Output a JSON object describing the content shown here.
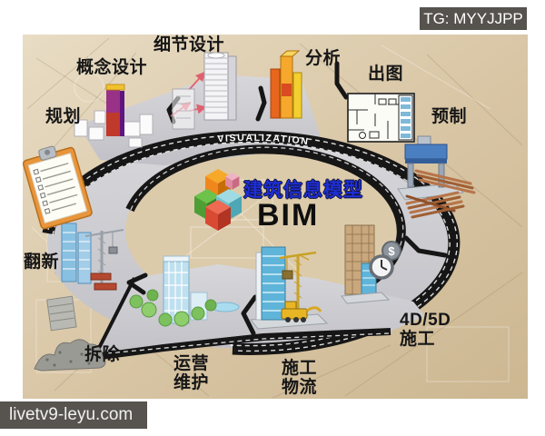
{
  "badge": {
    "label": "TG: MYYJJPP",
    "bg_color": "#56524d"
  },
  "watermark": {
    "label": "livetv9-leyu.com",
    "bg_color": "#57534e"
  },
  "center": {
    "title_zh": "建筑信息模型",
    "acronym": "BIM",
    "title_color": "#1d2ed8"
  },
  "ring": {
    "band_label": "VISUALIZATION",
    "road_color": "#c9c9cd",
    "tread_color": "#161616",
    "canvas_color": "#d8c5a4"
  },
  "stages": [
    {
      "id": "planning",
      "label": "规划"
    },
    {
      "id": "concept-design",
      "label": "概念设计"
    },
    {
      "id": "detail-design",
      "label": "细节设计"
    },
    {
      "id": "analysis",
      "label": "分析"
    },
    {
      "id": "drawing-output",
      "label": "出图"
    },
    {
      "id": "prefabrication",
      "label": "预制"
    },
    {
      "id": "construction-4d5d",
      "label": "4D/5D\n施工"
    },
    {
      "id": "construction-logistics",
      "label": "施工\n物流"
    },
    {
      "id": "operations-maintenance",
      "label": "运营\n维护"
    },
    {
      "id": "demolition",
      "label": "拆除"
    },
    {
      "id": "renovation",
      "label": "翻新"
    }
  ],
  "icons": [
    "bim-cube-logo",
    "clipboard-checklist",
    "planning-buildings",
    "concept-tower",
    "detail-skyscraper",
    "analysis-thermal-towers",
    "floor-plan-drawing",
    "prefab-press-machine",
    "timber-beams",
    "clock",
    "dollar-cost",
    "logistics-crane-site",
    "construction-4d-site",
    "operations-building-trees",
    "renovation-towers-crane",
    "demolition-rubble",
    "visualization-band",
    "red-flow-arrows"
  ],
  "palette": {
    "cube_orange": "#f6a929",
    "cube_green": "#5cb83e",
    "cube_cyan": "#7fccd6",
    "cube_red": "#e05540",
    "timber": "#b7744a",
    "machine_blue": "#4a7fc1",
    "crane_yellow": "#d9a81f",
    "tree_green": "#7cc15e"
  }
}
